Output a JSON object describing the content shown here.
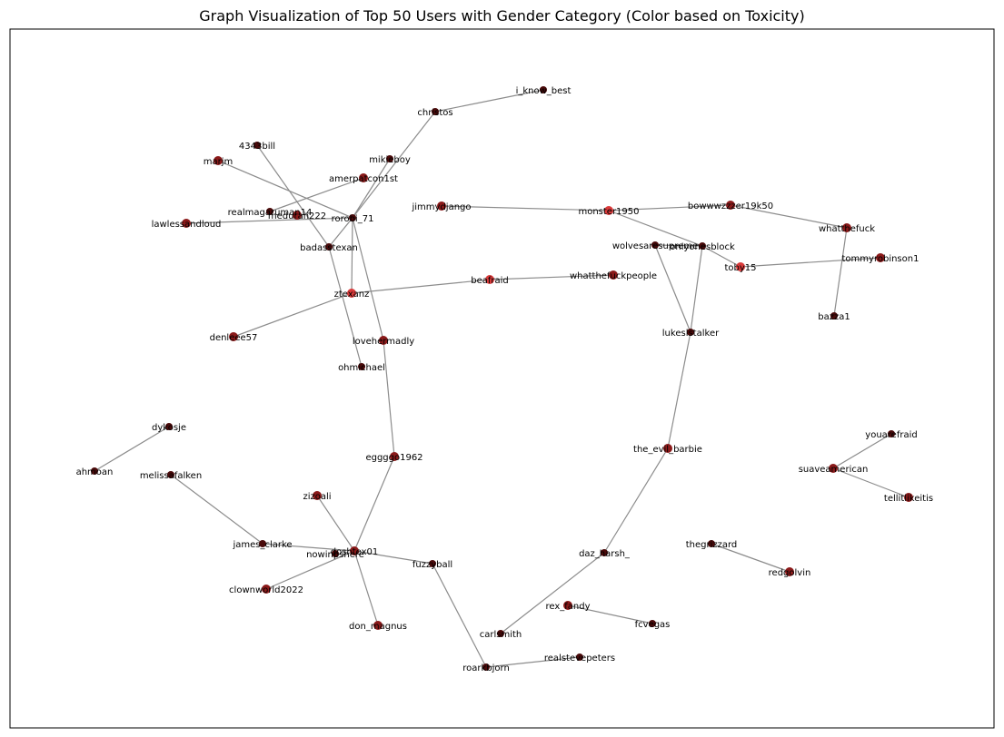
{
  "title": "Graph Visualization of Top 50 Users with Gender Category (Color based on Toxicity)",
  "colors": {
    "edge": "#8c8c8c",
    "dark": "#4a0a0a",
    "mid": "#8b1a1a",
    "bright": "#d93a3a",
    "frame": "#000000"
  },
  "nodes": [
    {
      "id": "i_know_best",
      "tox": "dark"
    },
    {
      "id": "christos",
      "tox": "dark"
    },
    {
      "id": "4343bill",
      "tox": "dark"
    },
    {
      "id": "marjm",
      "tox": "mid"
    },
    {
      "id": "mikieboy",
      "tox": "dark"
    },
    {
      "id": "amerpatcon1st",
      "tox": "mid"
    },
    {
      "id": "realmagaruman14",
      "tox": "dark"
    },
    {
      "id": "meduran222",
      "tox": "mid"
    },
    {
      "id": "lawlessandloud",
      "tox": "mid"
    },
    {
      "id": "rorobi_71",
      "tox": "dark"
    },
    {
      "id": "badasstexan",
      "tox": "dark"
    },
    {
      "id": "ztexanz",
      "tox": "bright"
    },
    {
      "id": "denleee57",
      "tox": "mid"
    },
    {
      "id": "lovehermadly",
      "tox": "mid"
    },
    {
      "id": "ohmichael",
      "tox": "dark"
    },
    {
      "id": "jimmydjango",
      "tox": "mid"
    },
    {
      "id": "monster1950",
      "tox": "bright"
    },
    {
      "id": "bowwwzzzer19k50",
      "tox": "mid"
    },
    {
      "id": "whatthefuck",
      "tox": "mid"
    },
    {
      "id": "beafraid",
      "tox": "bright"
    },
    {
      "id": "whatthefuckpeople",
      "tox": "mid"
    },
    {
      "id": "wolvesaresupreme",
      "tox": "dark"
    },
    {
      "id": "onlyonesblock",
      "tox": "dark"
    },
    {
      "id": "toby15",
      "tox": "bright"
    },
    {
      "id": "tommyrobinson1",
      "tox": "mid"
    },
    {
      "id": "bazza1",
      "tox": "dark"
    },
    {
      "id": "lukeslstalker",
      "tox": "dark"
    },
    {
      "id": "the_evil_barbie",
      "tox": "mid"
    },
    {
      "id": "dykosje",
      "tox": "dark"
    },
    {
      "id": "ahmoan",
      "tox": "dark"
    },
    {
      "id": "melissafalken",
      "tox": "dark"
    },
    {
      "id": "eggggo1962",
      "tox": "mid"
    },
    {
      "id": "zizoali",
      "tox": "mid"
    },
    {
      "id": "youarefraid",
      "tox": "dark"
    },
    {
      "id": "suaveamerican",
      "tox": "mid"
    },
    {
      "id": "tellitlikeitis",
      "tox": "mid"
    },
    {
      "id": "james_clarke",
      "tox": "dark"
    },
    {
      "id": "nowinpshere",
      "tox": "dark"
    },
    {
      "id": "doshtex01",
      "tox": "mid"
    },
    {
      "id": "fuzzyball",
      "tox": "dark"
    },
    {
      "id": "clownworld2022",
      "tox": "mid"
    },
    {
      "id": "don_magnus",
      "tox": "mid"
    },
    {
      "id": "daz_harsh_",
      "tox": "dark"
    },
    {
      "id": "thegrizzard",
      "tox": "dark"
    },
    {
      "id": "redgolvin",
      "tox": "mid"
    },
    {
      "id": "rex_fandy",
      "tox": "mid"
    },
    {
      "id": "fcvegas",
      "tox": "dark"
    },
    {
      "id": "carlsmith",
      "tox": "dark"
    },
    {
      "id": "realstevepeters",
      "tox": "dark"
    },
    {
      "id": "roarkbjorn",
      "tox": "dark"
    }
  ],
  "edges": [
    [
      "christos",
      "i_know_best"
    ],
    [
      "christos",
      "rorobi_71"
    ],
    [
      "4343bill",
      "badasstexan"
    ],
    [
      "marjm",
      "rorobi_71"
    ],
    [
      "mikieboy",
      "rorobi_71"
    ],
    [
      "amerpatcon1st",
      "realmagaruman14"
    ],
    [
      "lawlessandloud",
      "rorobi_71"
    ],
    [
      "rorobi_71",
      "badasstexan"
    ],
    [
      "rorobi_71",
      "ztexanz"
    ],
    [
      "rorobi_71",
      "lovehermadly"
    ],
    [
      "badasstexan",
      "ohmichael"
    ],
    [
      "ztexanz",
      "denleee57"
    ],
    [
      "ztexanz",
      "beafraid"
    ],
    [
      "beafraid",
      "whatthefuckpeople"
    ],
    [
      "lovehermadly",
      "eggggo1962"
    ],
    [
      "eggggo1962",
      "doshtex01"
    ],
    [
      "jimmydjango",
      "monster1950"
    ],
    [
      "monster1950",
      "bowwwzzzer19k50"
    ],
    [
      "monster1950",
      "onlyonesblock"
    ],
    [
      "bowwwzzzer19k50",
      "whatthefuck"
    ],
    [
      "whatthefuck",
      "bazza1"
    ],
    [
      "wolvesaresupreme",
      "onlyonesblock"
    ],
    [
      "wolvesaresupreme",
      "lukeslstalker"
    ],
    [
      "onlyonesblock",
      "toby15"
    ],
    [
      "onlyonesblock",
      "lukeslstalker"
    ],
    [
      "toby15",
      "tommyrobinson1"
    ],
    [
      "lukeslstalker",
      "the_evil_barbie"
    ],
    [
      "the_evil_barbie",
      "daz_harsh_"
    ],
    [
      "daz_harsh_",
      "carlsmith"
    ],
    [
      "dykosje",
      "ahmoan"
    ],
    [
      "melissafalken",
      "james_clarke"
    ],
    [
      "james_clarke",
      "doshtex01"
    ],
    [
      "zizoali",
      "doshtex01"
    ],
    [
      "doshtex01",
      "fuzzyball"
    ],
    [
      "doshtex01",
      "clownworld2022"
    ],
    [
      "doshtex01",
      "don_magnus"
    ],
    [
      "fuzzyball",
      "roarkbjorn"
    ],
    [
      "roarkbjorn",
      "realstevepeters"
    ],
    [
      "youarefraid",
      "suaveamerican"
    ],
    [
      "suaveamerican",
      "tellitlikeitis"
    ],
    [
      "thegrizzard",
      "redgolvin"
    ],
    [
      "rex_fandy",
      "fcvegas"
    ]
  ]
}
